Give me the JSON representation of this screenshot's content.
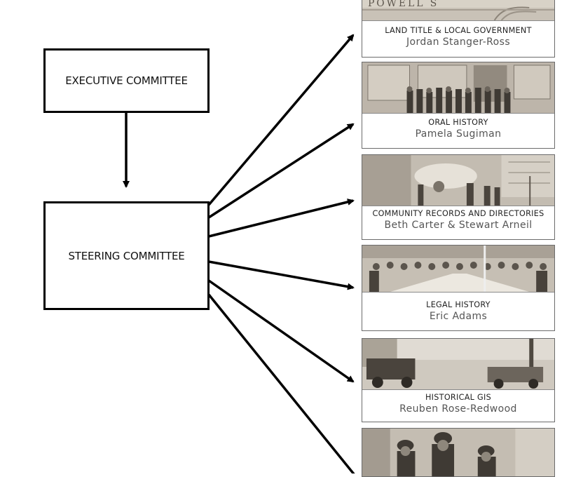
{
  "committees": {
    "executive": "EXECUTIVE COMMITTEE",
    "steering": "STEERING COMMITTEE"
  },
  "photo_sign_text": "POWELL   S",
  "clusters": [
    {
      "title": "LAND TITLE & LOCAL GOVERNMENT",
      "lead": "Jordan Stanger-Ross"
    },
    {
      "title": "ORAL HISTORY",
      "lead": "Pamela Sugiman"
    },
    {
      "title": "COMMUNITY RECORDS AND DIRECTORIES",
      "lead": "Beth Carter & Stewart Arneil"
    },
    {
      "title": "LEGAL HISTORY",
      "lead": "Eric Adams"
    },
    {
      "title": "HISTORICAL GIS",
      "lead": "Reuben Rose-Redwood"
    }
  ],
  "colors": {
    "line": "#000000",
    "photo_sepia": "#b9b1a6",
    "caption_name": "#555555"
  }
}
